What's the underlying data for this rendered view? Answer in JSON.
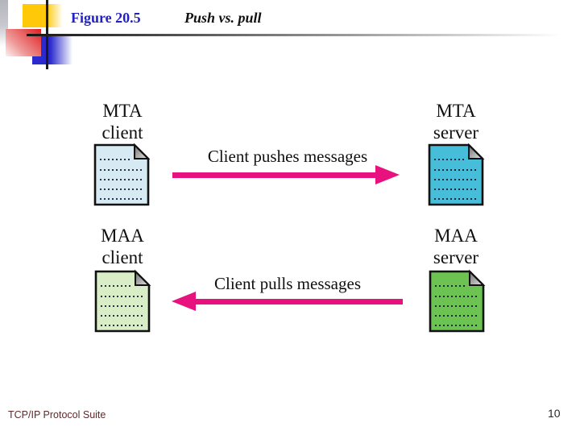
{
  "slide": {
    "figure_label": "Figure 20.5",
    "figure_caption": "Push vs. pull",
    "footer": "TCP/IP Protocol Suite",
    "page_number": "10"
  },
  "diagram": {
    "nodes": [
      {
        "name": "MTA client",
        "line1": "MTA",
        "line2": "client",
        "fill": "#d6eaf3"
      },
      {
        "name": "MTA server",
        "line1": "MTA",
        "line2": "server",
        "fill": "#47bed9"
      },
      {
        "name": "MAA client",
        "line1": "MAA",
        "line2": "client",
        "fill": "#d9edc6"
      },
      {
        "name": "MAA server",
        "line1": "MAA",
        "line2": "server",
        "fill": "#6cc351"
      }
    ],
    "arrows": [
      {
        "label": "Client pushes messages",
        "direction": "right"
      },
      {
        "label": "Client pulls messages",
        "direction": "left"
      }
    ]
  },
  "colors": {
    "arrow": "#e8127e",
    "figure_label_text": "#2222c0",
    "footer_text": "#5c2b2b"
  }
}
